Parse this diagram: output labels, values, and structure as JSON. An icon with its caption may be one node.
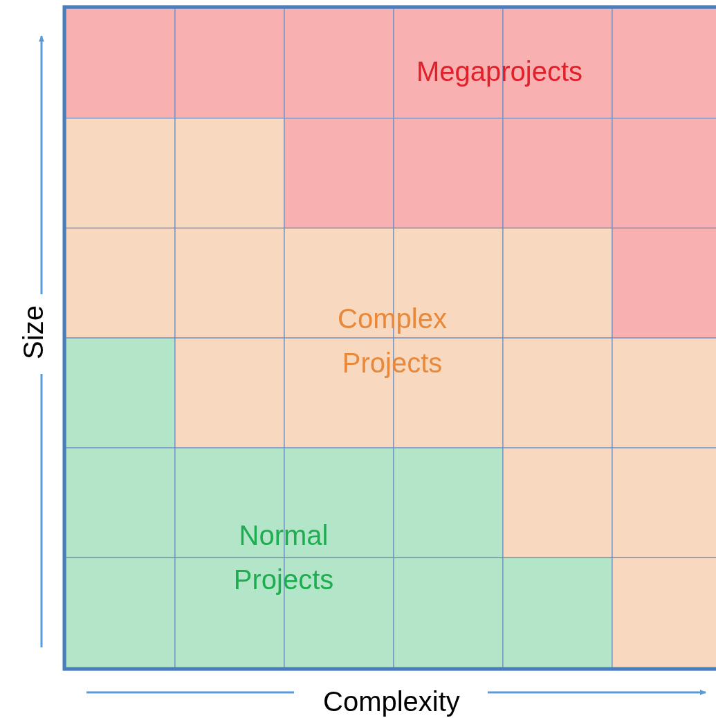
{
  "diagram": {
    "labels": [
      "Megaprojects",
      "Complex Projects",
      "Normal Projects",
      "Size",
      "Complexity"
    ]
  }
}
